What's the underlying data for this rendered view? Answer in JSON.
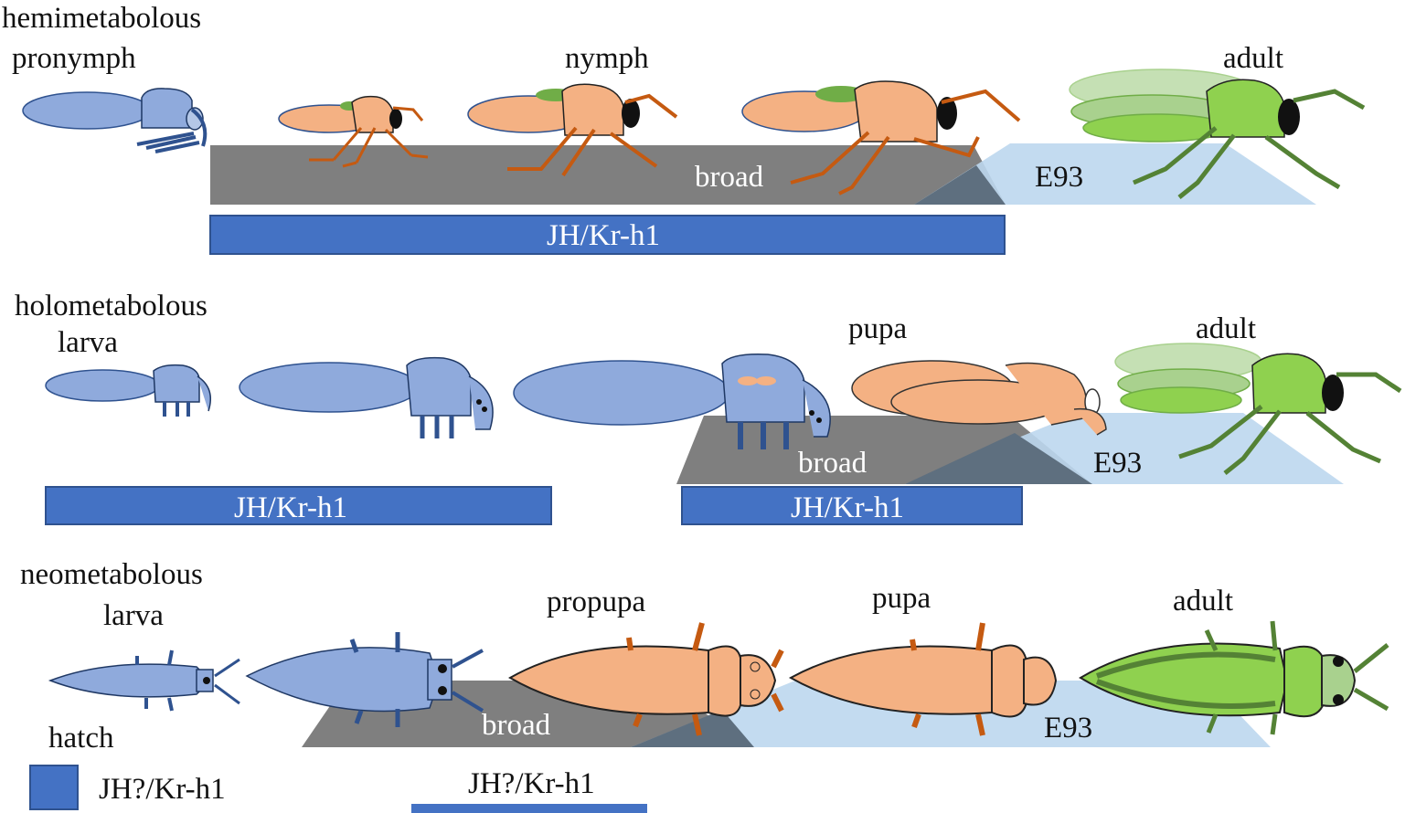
{
  "sections": {
    "hemi": {
      "type_label": "hemimetabolous",
      "stages": [
        "pronymph",
        "nymph",
        "adult"
      ],
      "broad": "broad",
      "e93": "E93",
      "jh": "JH/Kr-h1"
    },
    "holo": {
      "type_label": "holometabolous",
      "stages": [
        "larva",
        "pupa",
        "adult"
      ],
      "broad": "broad",
      "e93": "E93",
      "jh": [
        "JH/Kr-h1",
        "JH/Kr-h1"
      ]
    },
    "neo": {
      "type_label": "neometabolous",
      "stages": [
        "larva",
        "propupa",
        "pupa",
        "adult"
      ],
      "broad": "broad",
      "e93": "E93",
      "jh": "JH?/Kr-h1",
      "hatch": "hatch"
    }
  },
  "legend": {
    "label": "JH?/Kr-h1"
  },
  "colors": {
    "jh_bar": "#4472c4",
    "broad": "#7f7f7f",
    "e93": "#bdd7ee",
    "juvenile": "#8faadc",
    "nymph_body": "#f4b183",
    "adult_body": "#8fd14f",
    "wing_light": "#c5e0b4",
    "wing_pad": "#70ad47"
  },
  "icons": [
    "pronymph-icon",
    "nymph-icon",
    "adult-insect-icon",
    "larva-icon",
    "pupa-icon",
    "propupa-icon",
    "thrips-adult-icon"
  ]
}
